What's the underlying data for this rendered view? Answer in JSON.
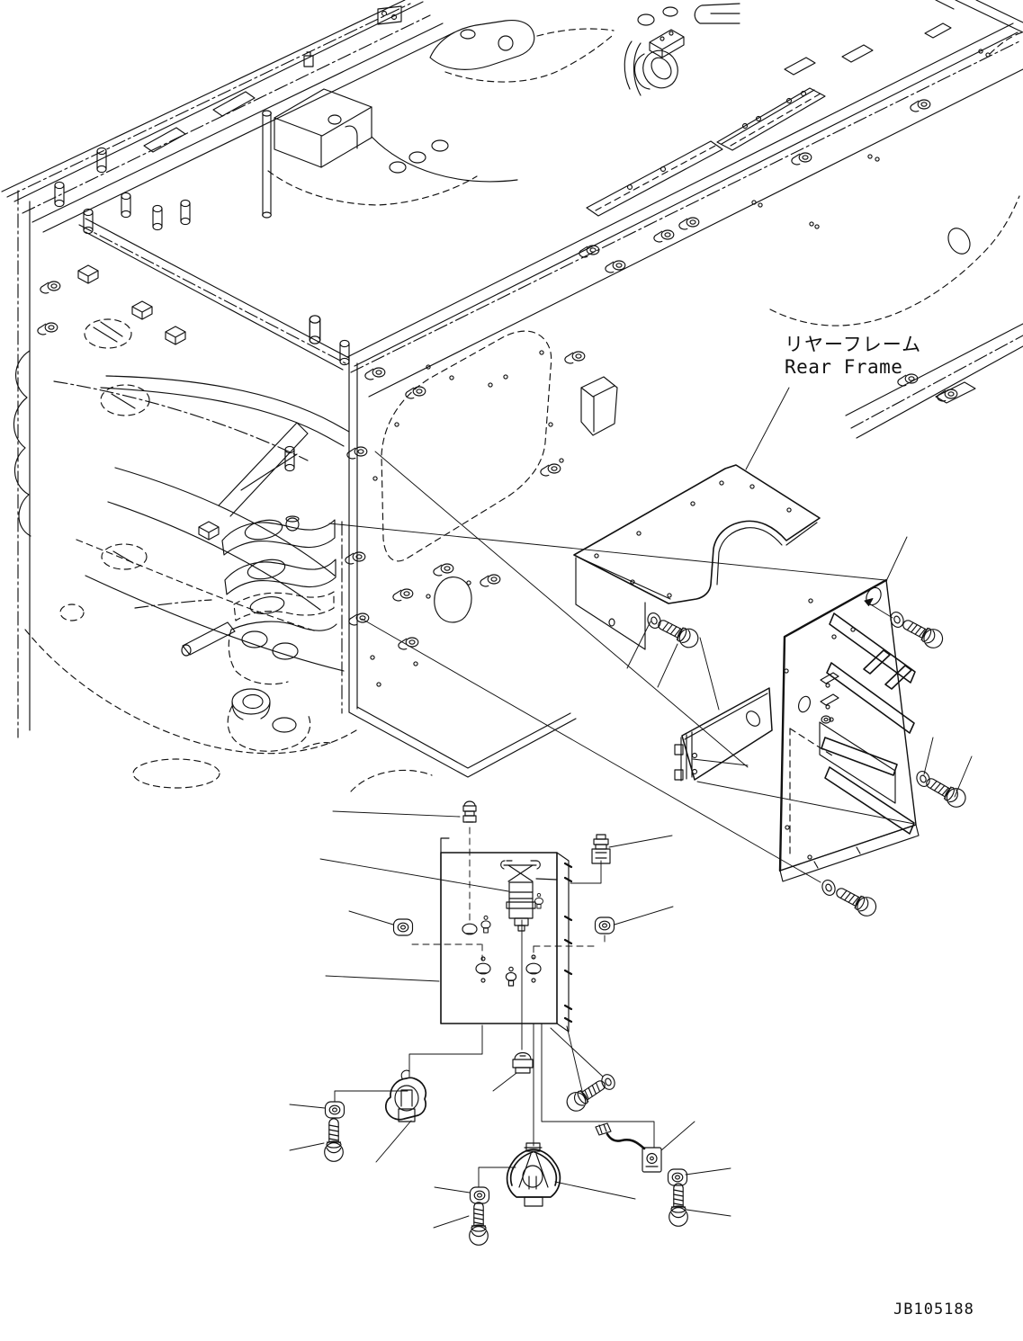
{
  "diagram": {
    "type": "exploded-parts-diagram",
    "frame_label_jp": "リヤーフレーム",
    "frame_label_en": "Rear Frame",
    "drawing_number": "JB105188",
    "ink_color": "#111111",
    "paper_color": "#ffffff",
    "parts": [
      {
        "name": "rear-frame-wireframe"
      },
      {
        "name": "bracket-plate-part"
      },
      {
        "name": "mounting-panel-part"
      },
      {
        "name": "cover-plate-part"
      },
      {
        "name": "component-panel-part"
      },
      {
        "name": "horn-small"
      },
      {
        "name": "horn-large"
      },
      {
        "name": "pressure-sender"
      },
      {
        "name": "wiring-connector"
      },
      {
        "name": "hex-bolts-washers-nuts"
      }
    ]
  }
}
